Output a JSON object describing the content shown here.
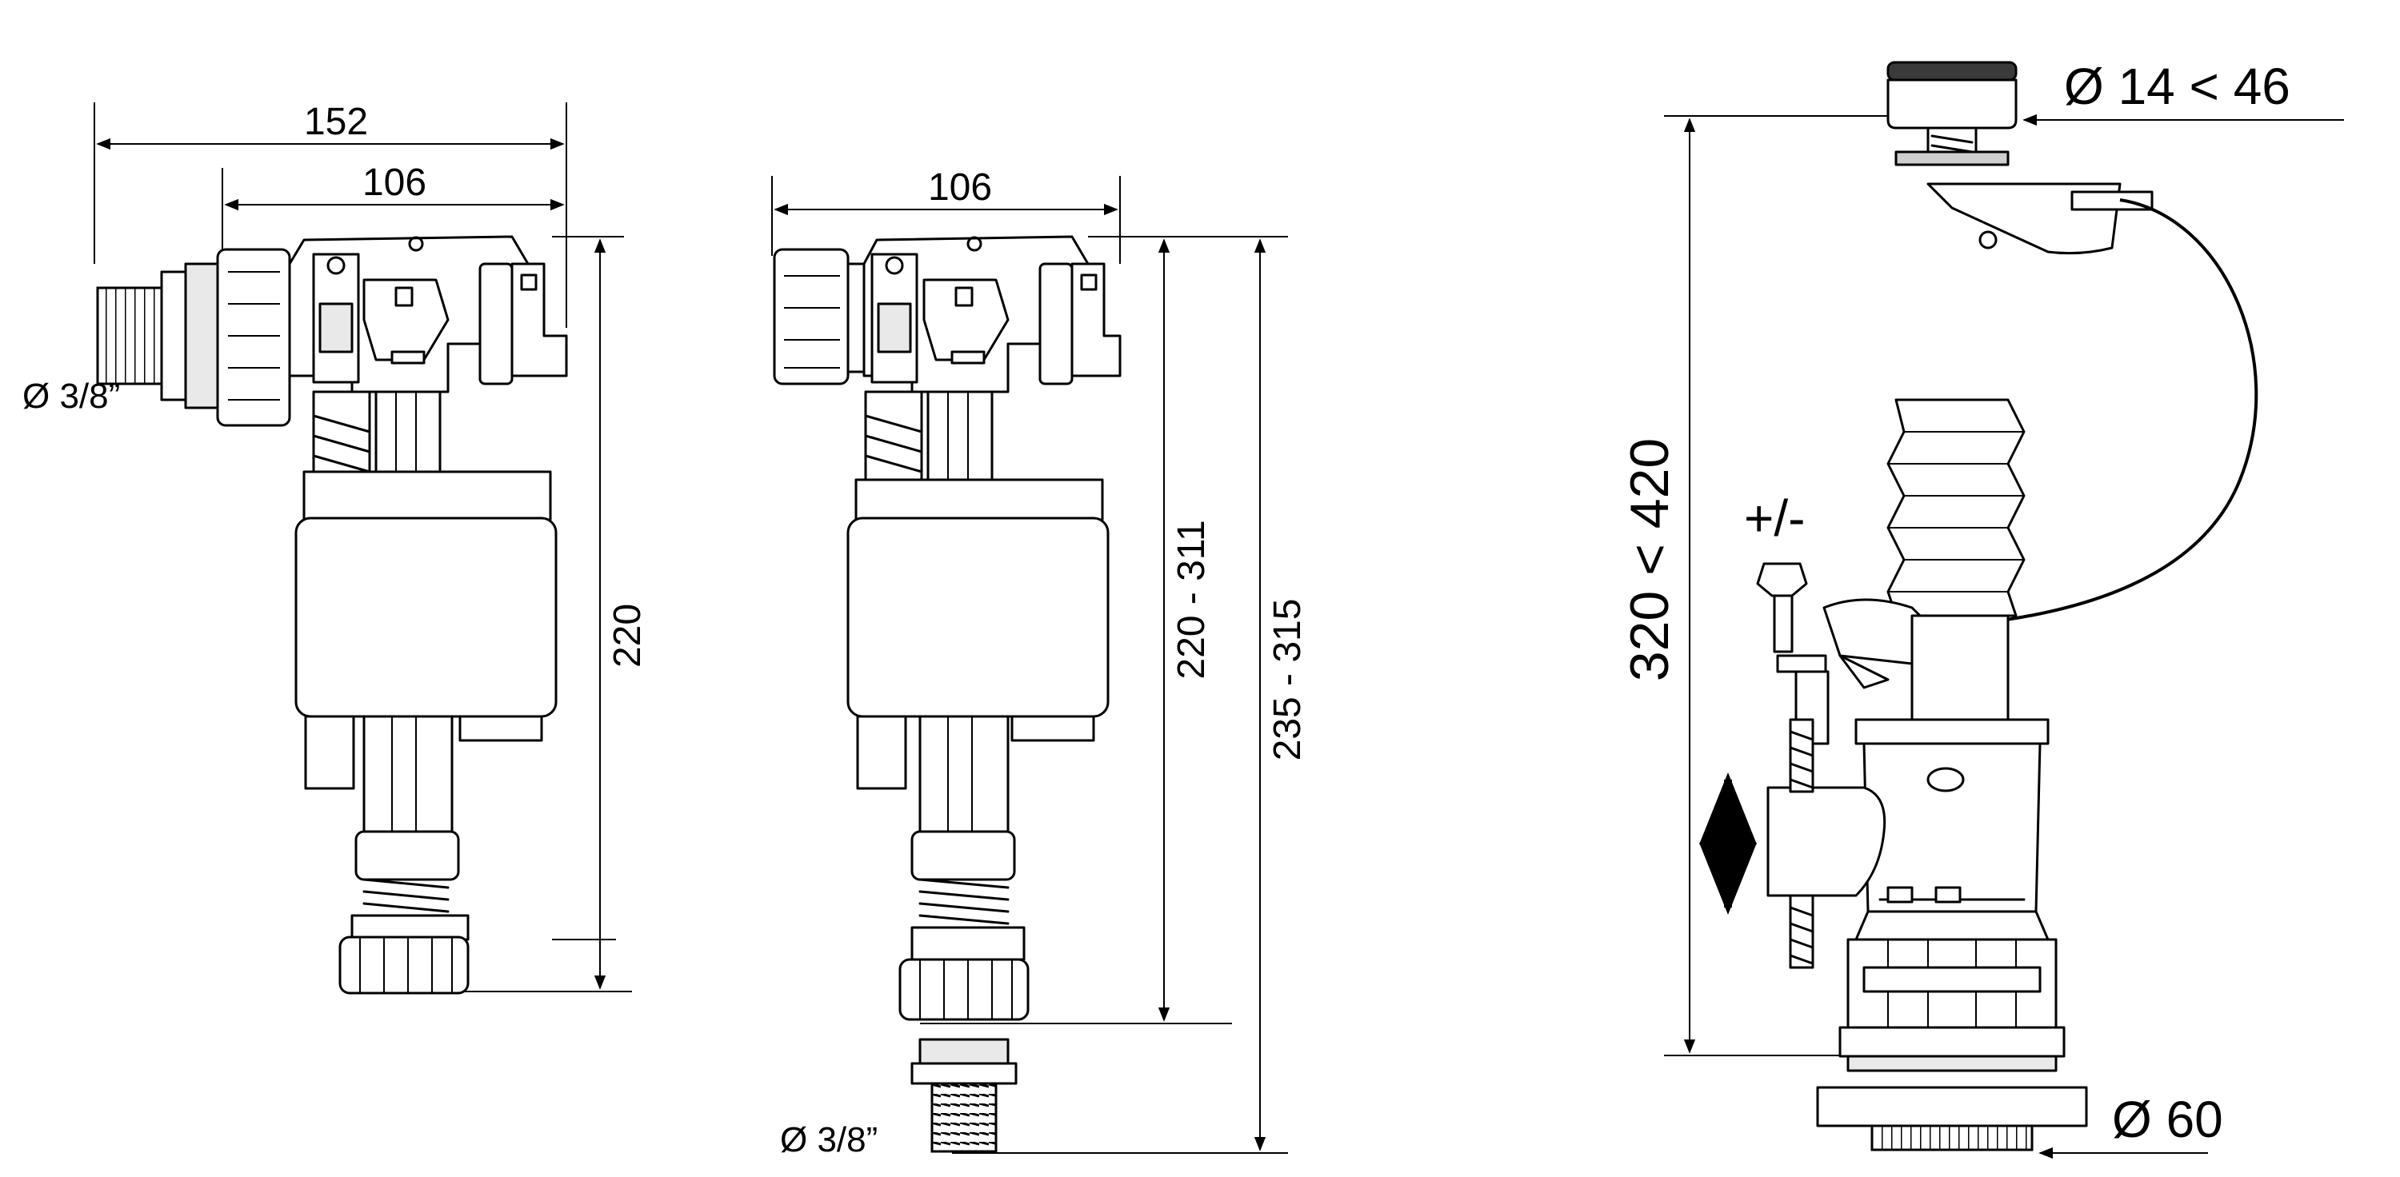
{
  "left_valve": {
    "dim_total_width": "152",
    "dim_body_width": "106",
    "dim_height": "220",
    "thread_label": "Ø 3/8”"
  },
  "middle_valve": {
    "dim_body_width": "106",
    "dim_height_range": "220 - 311",
    "dim_total_range": "235 - 315",
    "thread_label": "Ø 3/8”"
  },
  "flush_valve": {
    "button_range": "Ø 14 < 46",
    "height_range": "320 < 420",
    "adjust_label": "+/-",
    "base_diameter": "Ø 60"
  },
  "colors": {
    "ink": "#000000",
    "background": "#ffffff",
    "shade": "#cfcfcf"
  }
}
